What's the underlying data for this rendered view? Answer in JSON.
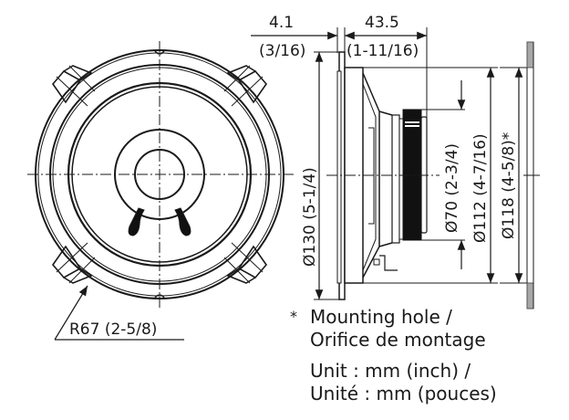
{
  "diagram": {
    "type": "speaker-dimension-drawing",
    "front_view": {
      "radius_label": "R67 (2-5/8)"
    },
    "side_view": {
      "top_dims": [
        {
          "value": "4.1",
          "inch": "(3/16)"
        },
        {
          "value": "43.5",
          "inch": "(1-11/16)"
        }
      ],
      "vertical_dims": [
        {
          "label": "Ø130 (5-1/4)"
        },
        {
          "label": "Ø70 (2-3/4)"
        },
        {
          "label": "Ø112 (4-7/16)"
        },
        {
          "label": "Ø118 (4-5/8)*"
        }
      ]
    },
    "notes": {
      "asterisk": "*",
      "mounting_line1": "Mounting hole /",
      "mounting_line2": "Orifice de montage",
      "unit_line1": "Unit : mm (inch) /",
      "unit_line2": "Unité : mm (pouces)"
    },
    "colors": {
      "line": "#1a1a1a",
      "panel_fill": "#a8a8a8",
      "magnet_fill": "#111111"
    }
  }
}
